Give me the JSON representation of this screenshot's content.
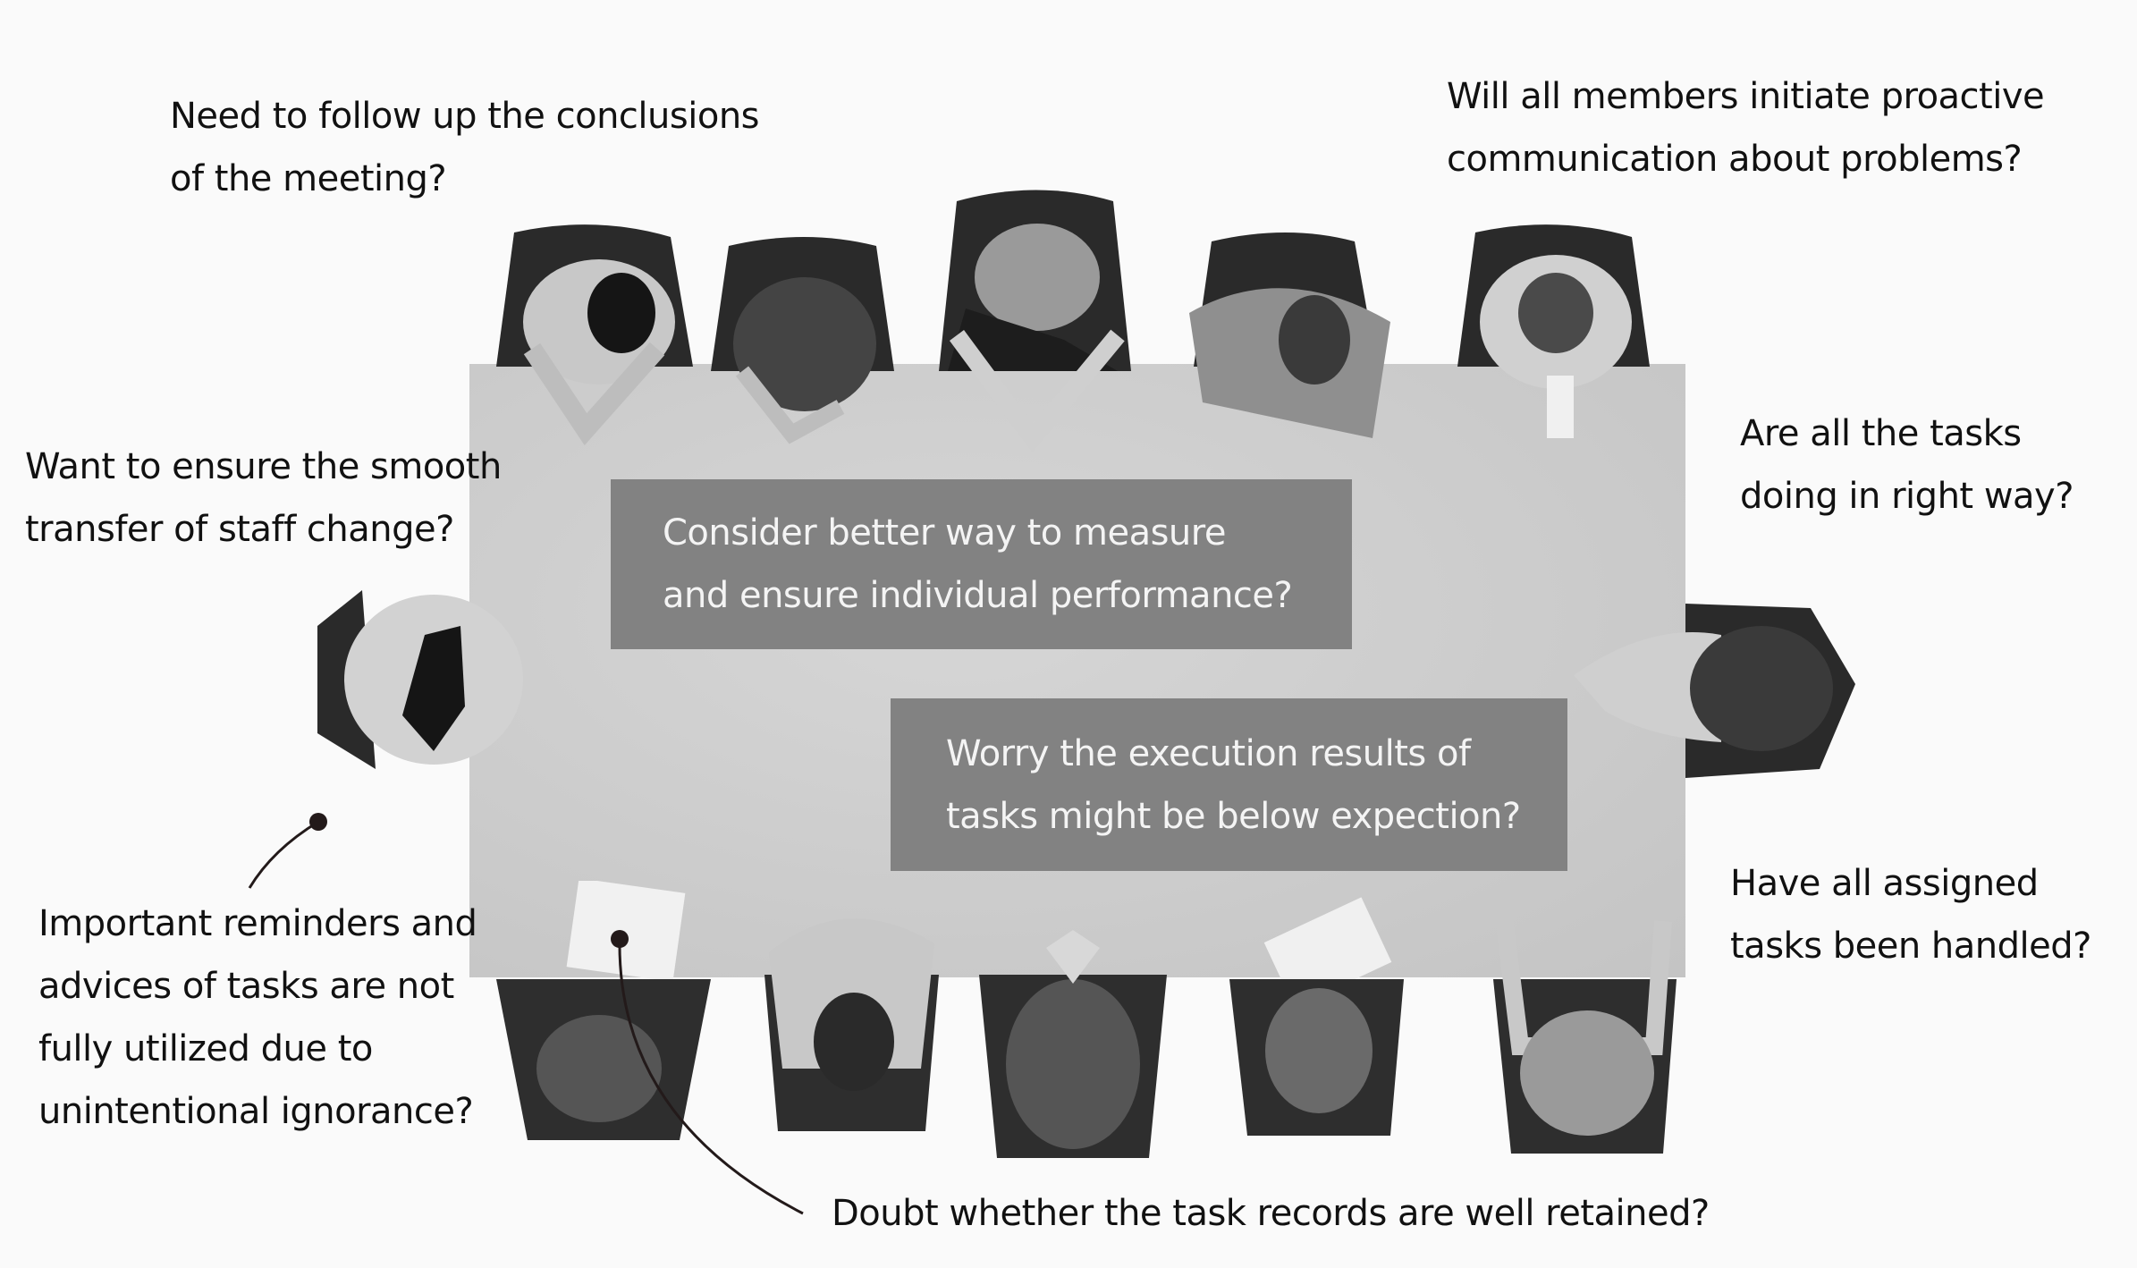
{
  "scene": {
    "description": "Top-down view of a meeting table with people seated around it and surrounding question annotations",
    "table_color": "#cccccc",
    "highlight_box_color": "#828282"
  },
  "questions": {
    "top_left": {
      "lines": [
        "Need to follow up the conclusions",
        "of the meeting?"
      ]
    },
    "top_right": {
      "lines": [
        "Will all members initiate proactive",
        "communication about problems?"
      ]
    },
    "left": {
      "lines": [
        "Want to ensure the smooth",
        "transfer of staff change?"
      ]
    },
    "right_upper": {
      "lines": [
        "Are all the tasks",
        "doing in right way?"
      ]
    },
    "right_lower": {
      "lines": [
        "Have all assigned",
        "tasks been handled?"
      ]
    },
    "bottom_left": {
      "lines": [
        "Important reminders and",
        "advices of tasks are not",
        "fully utilized due to",
        "unintentional ignorance?"
      ]
    },
    "bottom": {
      "lines": [
        "Doubt whether the task records are well retained?"
      ]
    }
  },
  "highlight_boxes": {
    "performance": {
      "lines": [
        "Consider better way to measure",
        "and ensure individual performance?"
      ]
    },
    "execution": {
      "lines": [
        "Worry the execution results of",
        "tasks might be below expection?"
      ]
    }
  },
  "seats": {
    "top_count": 5,
    "bottom_count": 5,
    "left_count": 1,
    "right_count": 1
  }
}
